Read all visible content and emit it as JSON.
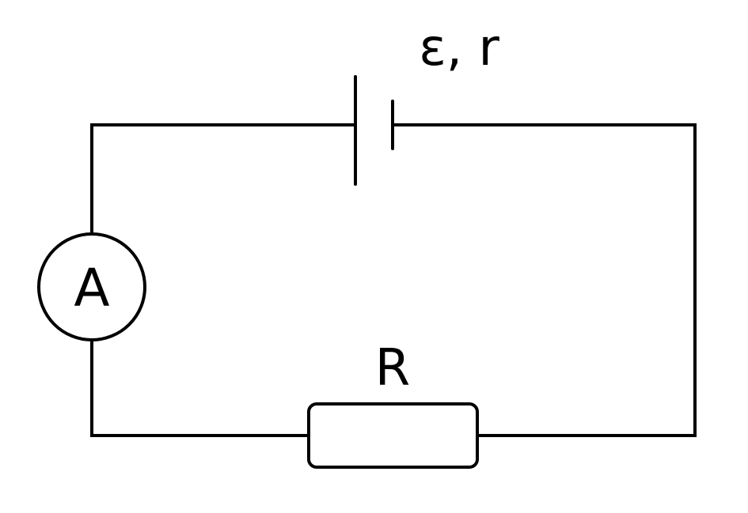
{
  "diagram": {
    "battery_label": "ε, r",
    "ammeter_label": "A",
    "resistor_label": "R"
  },
  "colors": {
    "line": "#000000",
    "background": "#ffffff"
  }
}
